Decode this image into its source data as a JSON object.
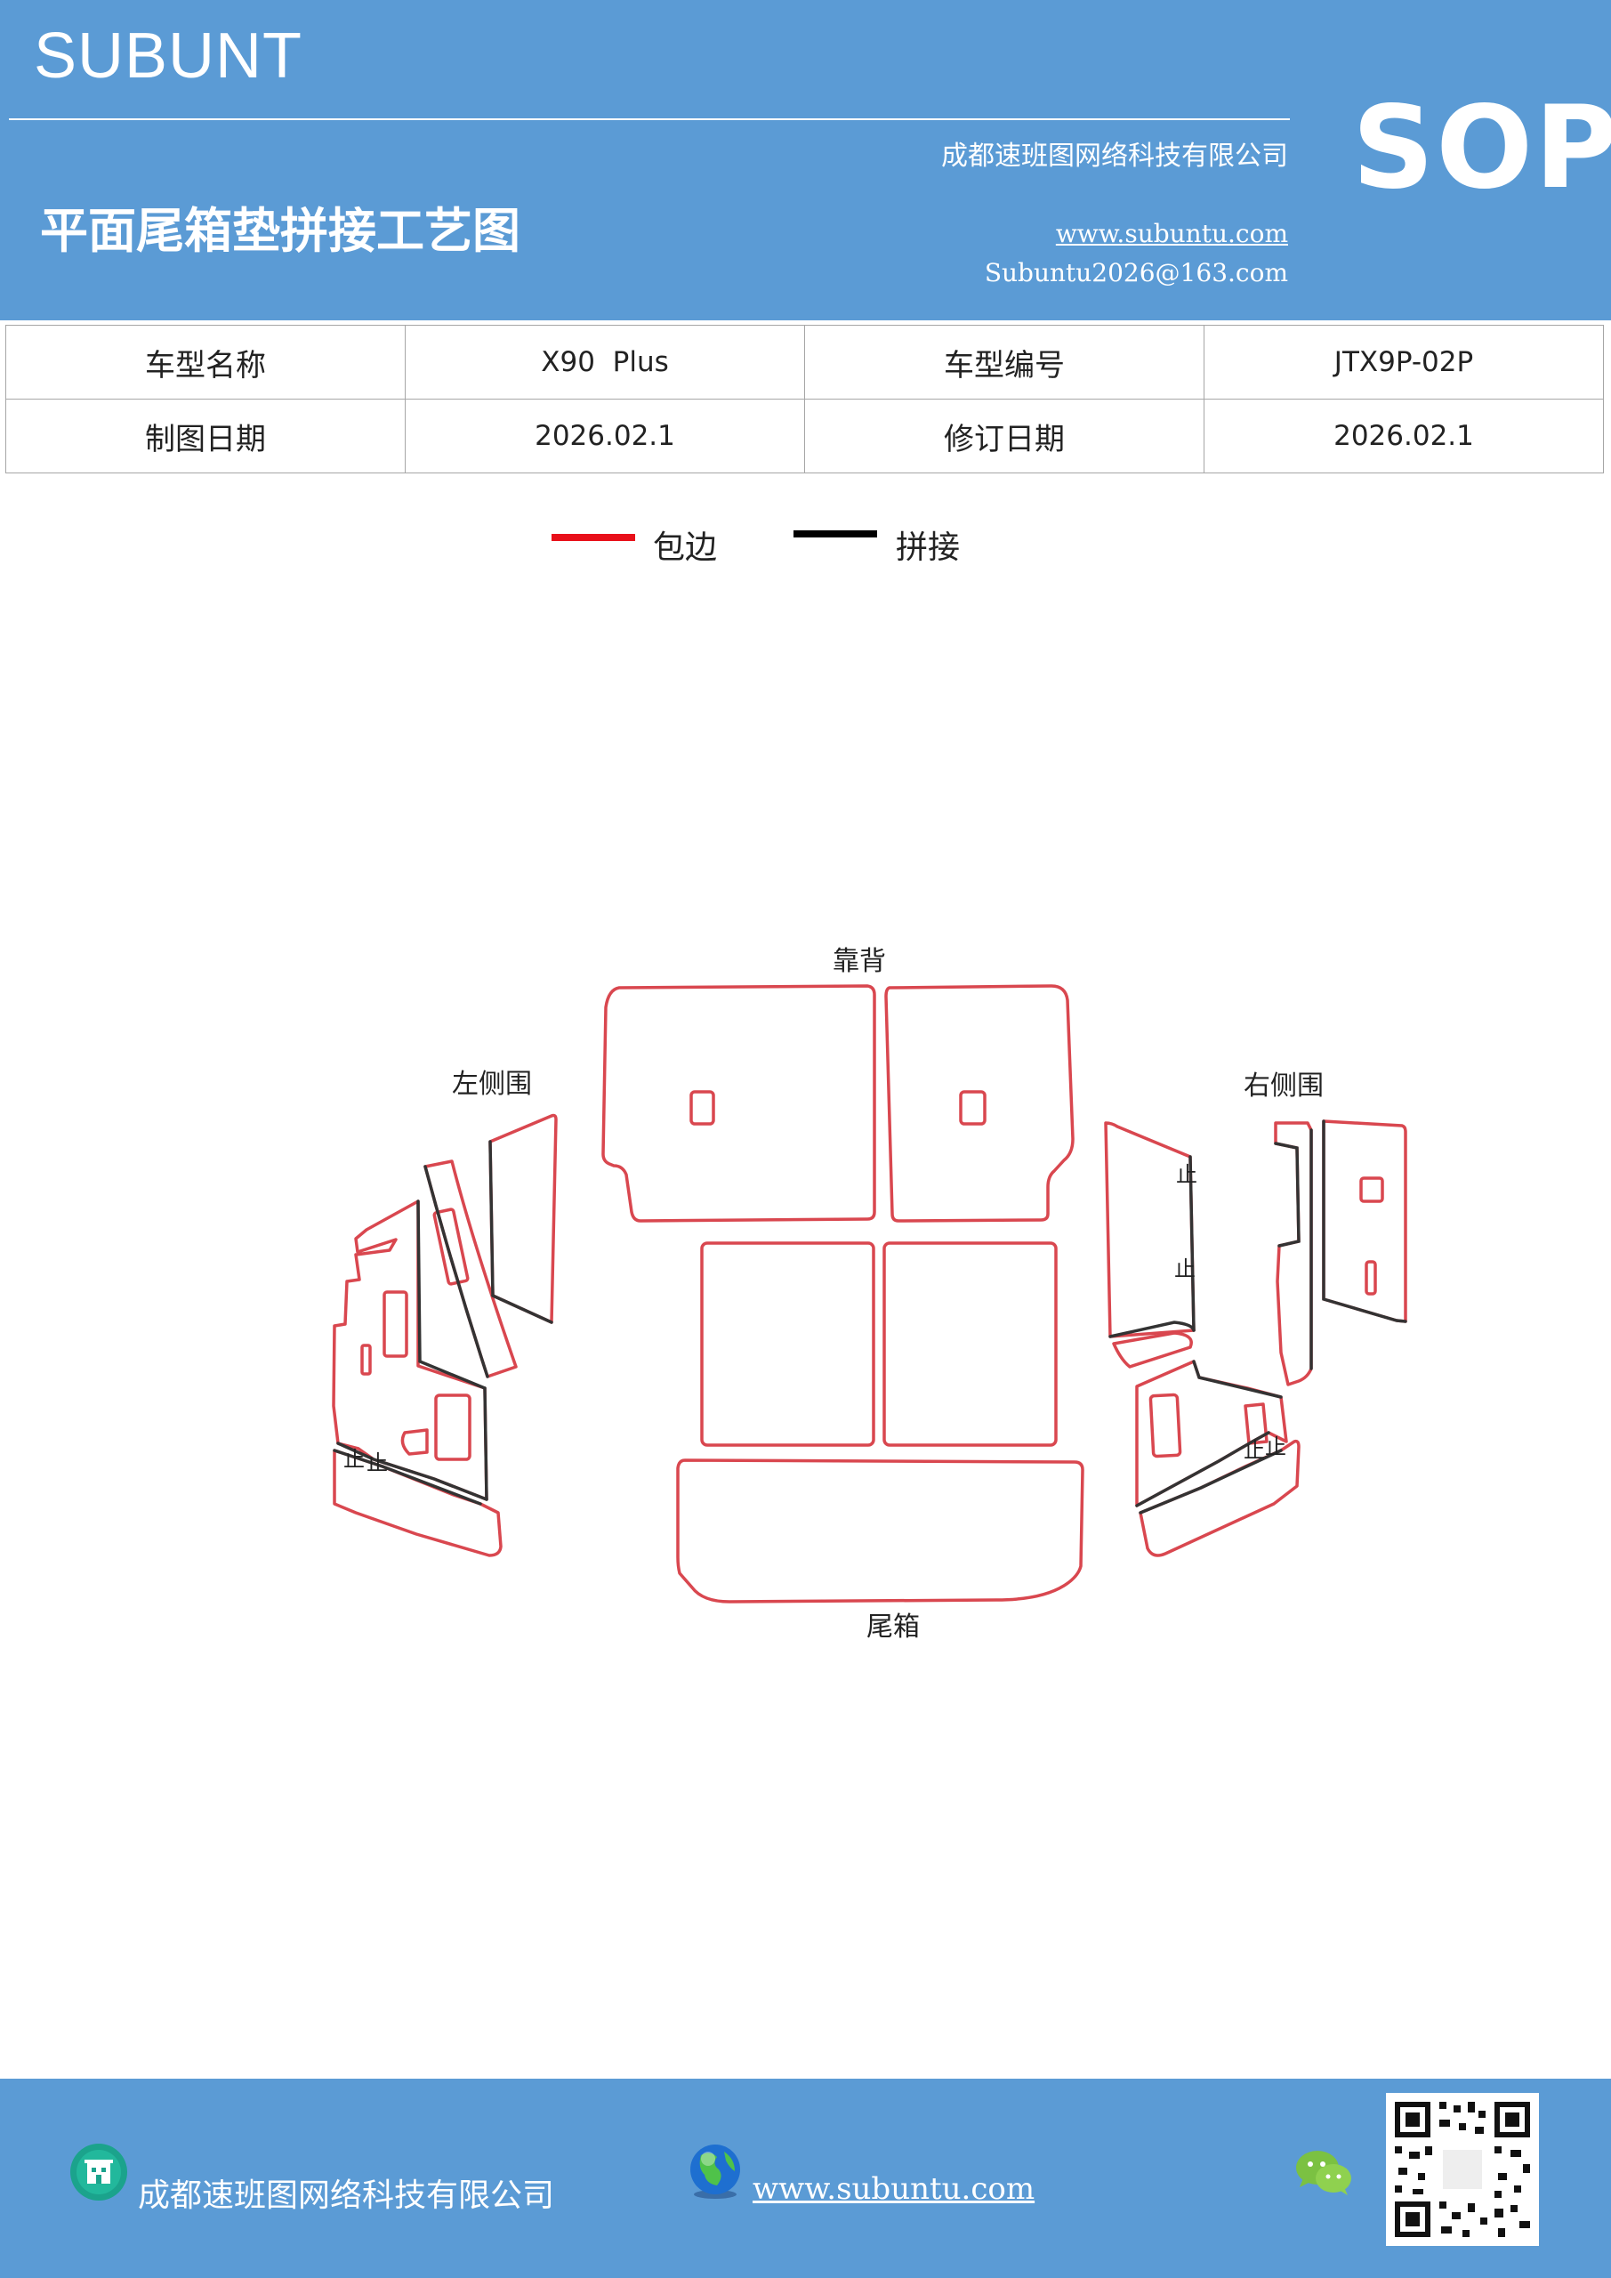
{
  "header": {
    "brand": "SUBUNT",
    "company": "成都速班图网络科技有限公司",
    "title": "平面尾箱垫拼接工艺图",
    "website": "www.subuntu.com",
    "email": "Subuntu2026@163.com",
    "sop": "SOP"
  },
  "info_table": {
    "rows": [
      {
        "label1": "车型名称",
        "value1": "X90  Plus",
        "label2": "车型编号",
        "value2": "JTX9P-02P"
      },
      {
        "label1": "制图日期",
        "value1": "2026.02.1",
        "label2": "修订日期",
        "value2": "2026.02.1"
      }
    ]
  },
  "legend": {
    "items": [
      {
        "label": "包边",
        "color": "#e8101a"
      },
      {
        "label": "拼接",
        "color": "#000000"
      }
    ]
  },
  "diagram": {
    "labels": {
      "backrest": "靠背",
      "left_side": "左侧围",
      "right_side": "右侧围",
      "trunk": "尾箱"
    },
    "stop_mark": "止",
    "colors": {
      "edge": "#d9474f",
      "seam": "#333333"
    }
  },
  "footer": {
    "company": "成都速班图网络科技有限公司",
    "website": "www.subuntu.com"
  }
}
